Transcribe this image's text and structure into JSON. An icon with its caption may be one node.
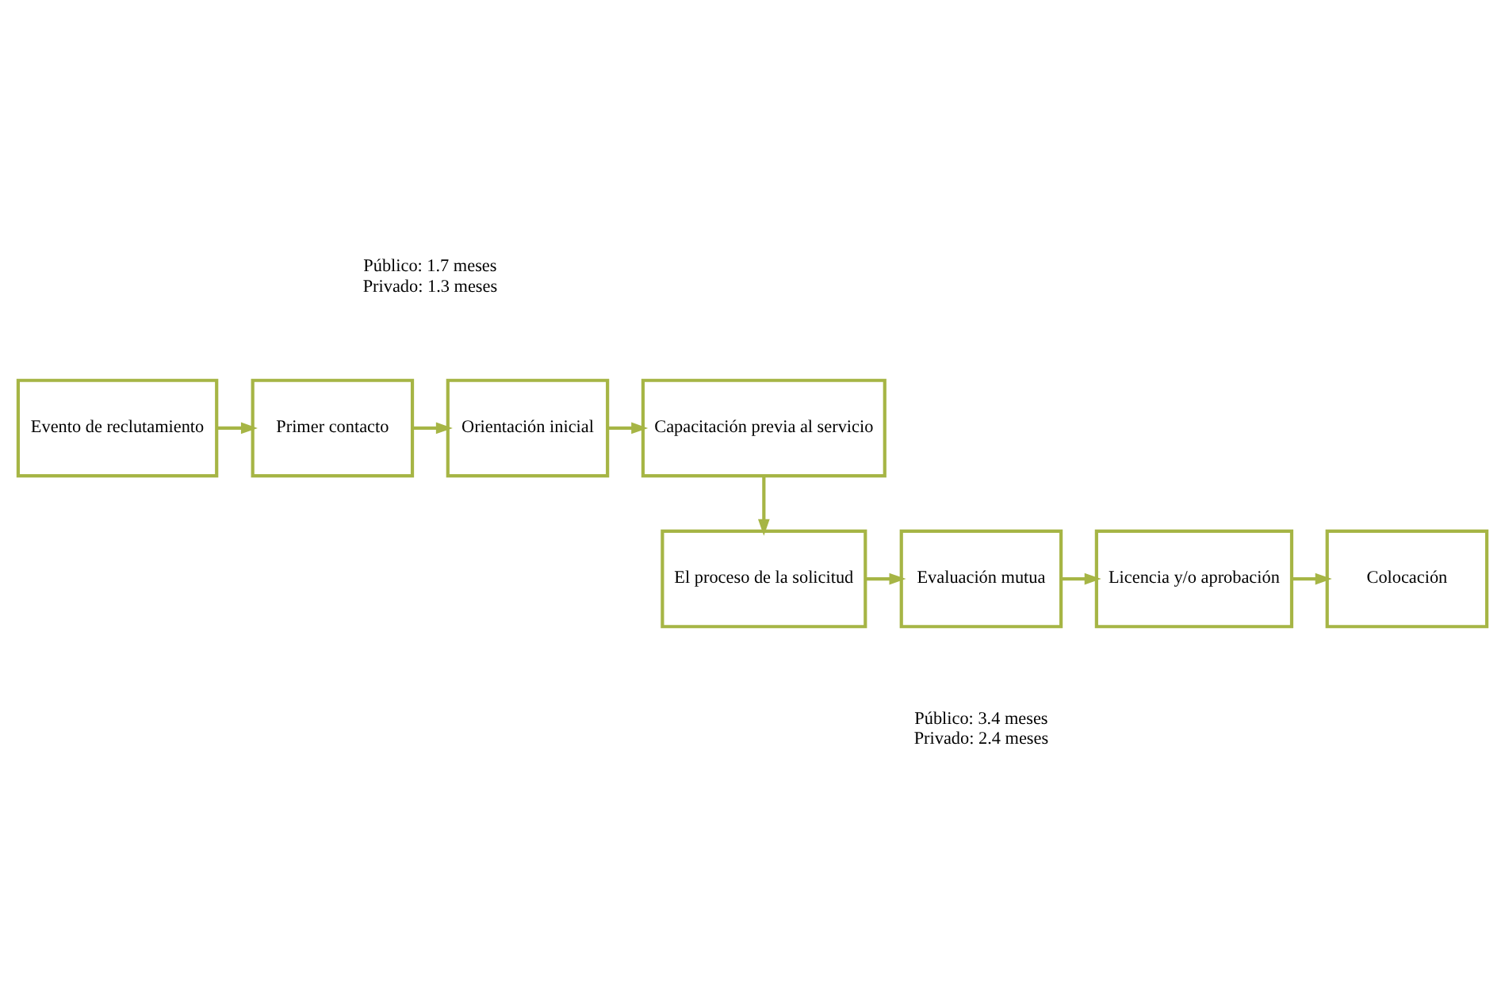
{
  "diagram": {
    "nodes": [
      {
        "text": [
          "Evento de reclutamiento"
        ]
      },
      {
        "text": [
          "Primer contacto"
        ]
      },
      {
        "text": [
          "Orientación inicial"
        ]
      },
      {
        "text": [
          "Capacitación previa al servicio"
        ]
      },
      {
        "text": [
          "El proceso de la solicitud"
        ]
      },
      {
        "text": [
          "Evaluación mutua"
        ]
      },
      {
        "text": [
          "Licencia y/o aprobación"
        ]
      },
      {
        "text": [
          "Colocación"
        ]
      }
    ],
    "edges": [
      {
        "from": 0,
        "to": 1,
        "arrow": "to"
      },
      {
        "from": 1,
        "to": 2,
        "arrow": "to"
      },
      {
        "from": 2,
        "to": 3,
        "arrow": "to"
      },
      {
        "from": 3,
        "to": 4,
        "arrow": "to"
      },
      {
        "from": 4,
        "to": 5,
        "arrow": "to"
      },
      {
        "from": 5,
        "to": 6,
        "arrow": "to"
      },
      {
        "from": 6,
        "to": 7,
        "arrow": "to"
      }
    ],
    "labels": [
      "Público: 1.7 meses",
      "Privado: 1.3 meses",
      "Público: 3.4 meses",
      "Privado: 2.4 meses"
    ]
  }
}
